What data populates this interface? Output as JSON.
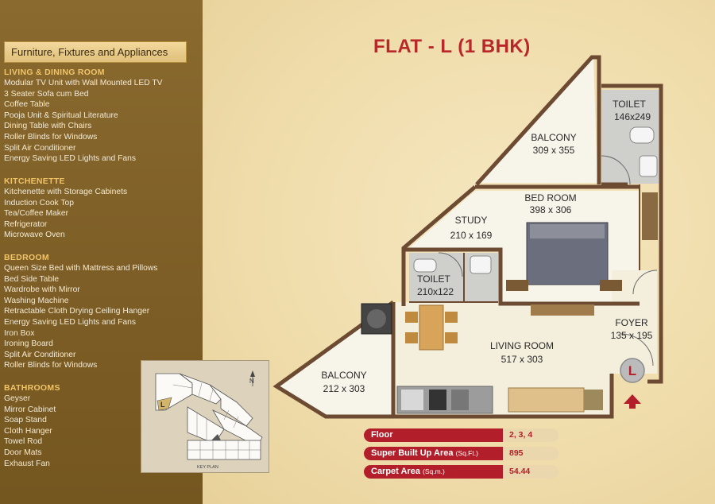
{
  "sidebar": {
    "header": "Furniture, Fixtures and Appliances",
    "sections": [
      {
        "title": "LIVING  & DINING ROOM",
        "items": [
          "Modular TV Unit with Wall Mounted LED TV",
          "3 Seater Sofa cum Bed",
          "Coffee Table",
          "Pooja Unit & Spiritual Literature",
          "Dining Table with Chairs",
          "Roller Blinds for Windows",
          "Split Air Conditioner",
          "Energy Saving LED Lights and Fans"
        ]
      },
      {
        "title": "KITCHENETTE",
        "items": [
          "Kitchenette with Storage Cabinets",
          "Induction Cook Top",
          "Tea/Coffee Maker",
          "Refrigerator",
          "Microwave Oven"
        ]
      },
      {
        "title": "BEDROOM",
        "items": [
          "Queen Size Bed with Mattress and Pillows",
          "Bed Side Table",
          "Wardrobe with Mirror",
          "Washing Machine",
          "Retractable Cloth Drying Ceiling Hanger",
          "Energy Saving LED Lights and Fans",
          "Iron Box",
          "Ironing Board",
          "Split Air Conditioner",
          "Roller Blinds for Windows"
        ]
      },
      {
        "title": "BATHROOMS",
        "items": [
          "Geyser",
          "Mirror Cabinet",
          "Soap Stand",
          "Cloth Hanger",
          "Towel Rod",
          "Door Mats",
          "Exhaust Fan"
        ]
      }
    ],
    "key_plan": {
      "caption": "KEY PLAN",
      "marker": "L",
      "north": "N"
    }
  },
  "title": "FLAT - L (1 BHK)",
  "rooms": {
    "balcony_top": {
      "name": "BALCONY",
      "dims": "309 x 355"
    },
    "toilet_top": {
      "name": "TOILET",
      "dims": "146x249"
    },
    "bedroom": {
      "name": "BED ROOM",
      "dims": "398 x 306"
    },
    "study": {
      "name": "STUDY",
      "dims": "210 x 169"
    },
    "toilet_mid": {
      "name": "TOILET",
      "dims": "210x122"
    },
    "foyer": {
      "name": "FOYER",
      "dims": "135 x 195"
    },
    "living": {
      "name": "LIVING ROOM",
      "dims": "517 x 303"
    },
    "balcony_left": {
      "name": "BALCONY",
      "dims": "212 x 303"
    }
  },
  "entry_marker": "L",
  "info": [
    {
      "label": "Floor",
      "unit": "",
      "value": "2, 3, 4"
    },
    {
      "label": "Super Built Up Area",
      "unit": "(Sq.Ft.)",
      "value": "895"
    },
    {
      "label": "Carpet Area",
      "unit": "(Sq.m.)",
      "value": "54.44"
    }
  ]
}
